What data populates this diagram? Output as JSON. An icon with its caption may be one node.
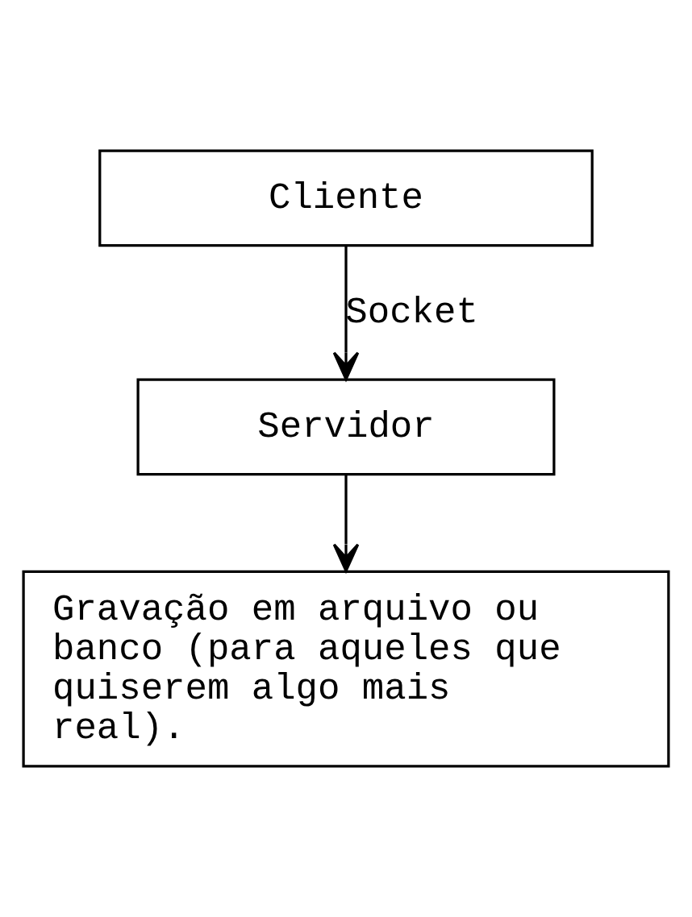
{
  "diagram": {
    "nodes": [
      {
        "text": [
          "Cliente"
        ]
      },
      {
        "text": [
          "Servidor"
        ]
      },
      {
        "text": [
          "Gravação em arquivo ou banco (para aqueles que quiserem algo mais real)."
        ]
      }
    ],
    "edges": [
      {
        "from": 0,
        "to": 1,
        "arrow": "to",
        "label": "Socket"
      },
      {
        "from": 1,
        "to": 2,
        "arrow": "to"
      }
    ]
  }
}
